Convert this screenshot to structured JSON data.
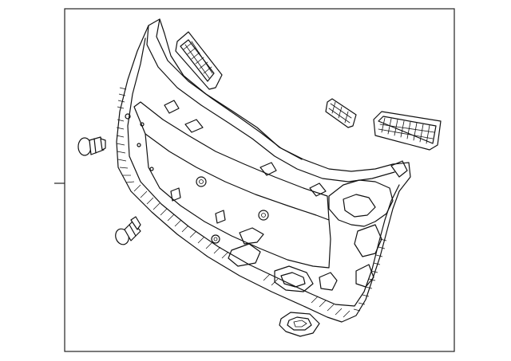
{
  "diagram": {
    "kind": "exploded-parts-illustration",
    "colors": {
      "line": "#111111",
      "background": "#ffffff",
      "frame": "#222222"
    },
    "parts": [
      {
        "icon": "liftgate-trim-panel"
      },
      {
        "icon": "upper-vent-grille"
      },
      {
        "icon": "small-clip-cover"
      },
      {
        "icon": "side-vent-grille"
      },
      {
        "icon": "push-pin-clip"
      },
      {
        "icon": "push-pin-clip"
      },
      {
        "icon": "handle-pocket-cover"
      }
    ]
  }
}
